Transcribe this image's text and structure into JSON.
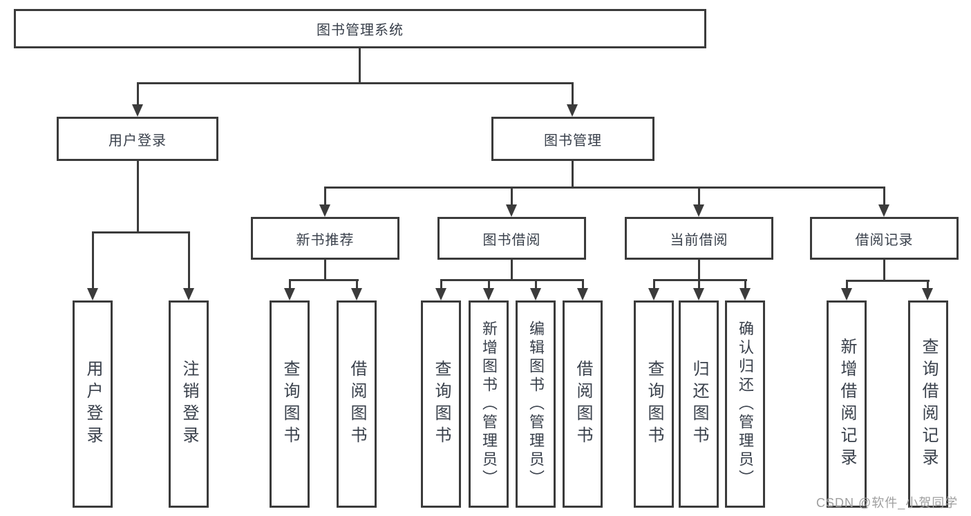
{
  "diagram": {
    "root": "图书管理系统",
    "branches": [
      "用户登录",
      "图书管理"
    ],
    "modules": [
      "新书推荐",
      "图书借阅",
      "当前借阅",
      "借阅记录"
    ],
    "leaves": {
      "user_login": [
        "用户登录",
        "注销登录"
      ],
      "new_book_recommend": [
        "查询图书",
        "借阅图书"
      ],
      "book_borrow": [
        "查询图书",
        "新增图书（管理员）",
        "编辑图书（管理员）",
        "借阅图书"
      ],
      "current_borrow": [
        "查询图书",
        "归还图书",
        "确认归还（管理员）"
      ],
      "borrow_records": [
        "新增借阅记录",
        "查询借阅记录"
      ]
    },
    "watermark": "CSDN @软件_小贺同学",
    "colors": {
      "line": "#3b3b3b",
      "text": "#39404b",
      "watermark": "#9f9f9f",
      "background": "#ffffff"
    }
  }
}
